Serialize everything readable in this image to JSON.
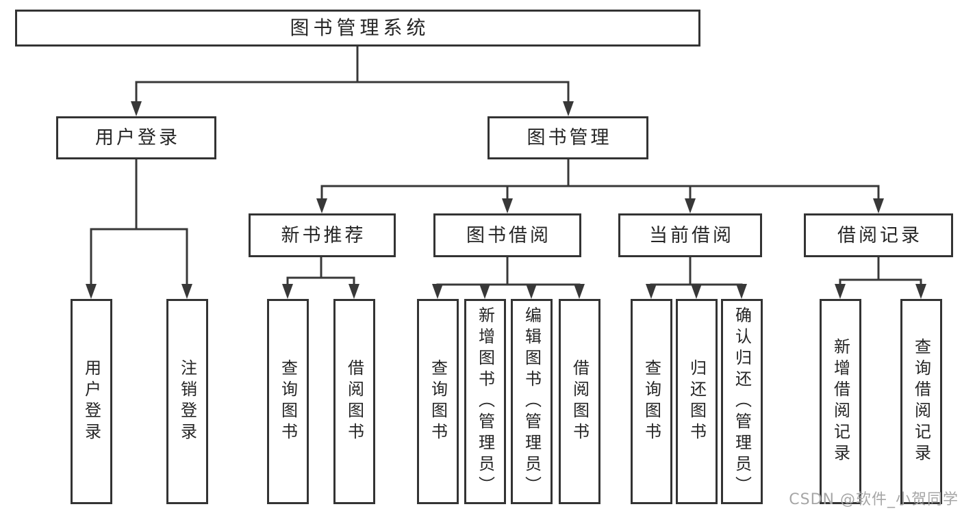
{
  "diagram": {
    "title": "图书管理系统",
    "type": "hierarchy-tree",
    "watermark": "CSDN @软件_小贺同学",
    "colors": {
      "line": "#383838",
      "box_border": "#333333",
      "text": "#252525",
      "watermark": "#a6a6a6",
      "background": "#ffffff"
    },
    "nodes": [
      {
        "id": "root",
        "label": "图书管理系统",
        "orientation": "horizontal",
        "parent": null
      },
      {
        "id": "user-login",
        "label": "用户登录",
        "orientation": "horizontal",
        "parent": "root"
      },
      {
        "id": "book-mgmt",
        "label": "图书管理",
        "orientation": "horizontal",
        "parent": "root"
      },
      {
        "id": "new-book-rec",
        "label": "新书推荐",
        "orientation": "horizontal",
        "parent": "book-mgmt"
      },
      {
        "id": "book-borrow",
        "label": "图书借阅",
        "orientation": "horizontal",
        "parent": "book-mgmt"
      },
      {
        "id": "current-borrow",
        "label": "当前借阅",
        "orientation": "horizontal",
        "parent": "book-mgmt"
      },
      {
        "id": "borrow-record",
        "label": "借阅记录",
        "orientation": "horizontal",
        "parent": "book-mgmt"
      },
      {
        "id": "leaf-user-login",
        "label": "用户登录",
        "orientation": "vertical",
        "parent": "user-login"
      },
      {
        "id": "leaf-logout",
        "label": "注销登录",
        "orientation": "vertical",
        "parent": "user-login"
      },
      {
        "id": "leaf-query-book-1",
        "label": "查询图书",
        "orientation": "vertical",
        "parent": "new-book-rec"
      },
      {
        "id": "leaf-borrow-book-1",
        "label": "借阅图书",
        "orientation": "vertical",
        "parent": "new-book-rec"
      },
      {
        "id": "leaf-query-book-2",
        "label": "查询图书",
        "orientation": "vertical",
        "parent": "book-borrow"
      },
      {
        "id": "leaf-add-book",
        "label": "新增图书（管理员）",
        "orientation": "vertical",
        "parent": "book-borrow"
      },
      {
        "id": "leaf-edit-book",
        "label": "编辑图书（管理员）",
        "orientation": "vertical",
        "parent": "book-borrow"
      },
      {
        "id": "leaf-borrow-book-2",
        "label": "借阅图书",
        "orientation": "vertical",
        "parent": "book-borrow"
      },
      {
        "id": "leaf-query-book-3",
        "label": "查询图书",
        "orientation": "vertical",
        "parent": "current-borrow"
      },
      {
        "id": "leaf-return-book",
        "label": "归还图书",
        "orientation": "vertical",
        "parent": "current-borrow"
      },
      {
        "id": "leaf-confirm-return",
        "label": "确认归还（管理员）",
        "orientation": "vertical",
        "parent": "current-borrow"
      },
      {
        "id": "leaf-add-borrow-record",
        "label": "新增借阅记录",
        "orientation": "vertical",
        "parent": "borrow-record"
      },
      {
        "id": "leaf-query-borrow-record",
        "label": "查询借阅记录",
        "orientation": "vertical",
        "parent": "borrow-record"
      }
    ]
  }
}
